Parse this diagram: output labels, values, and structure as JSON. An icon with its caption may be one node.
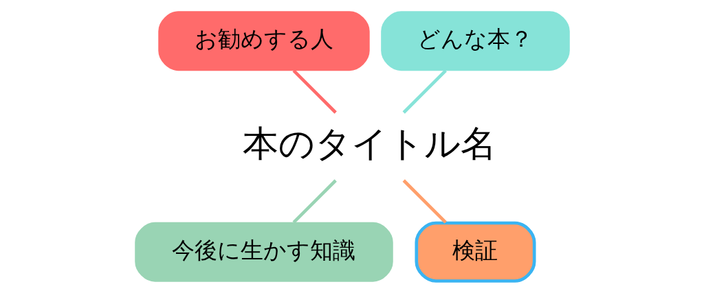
{
  "diagram": {
    "nodes": [
      {
        "text": [
          "どんな本？"
        ]
      },
      {
        "text": [
          "お勧めする人"
        ]
      },
      {
        "text": [
          "本のタイトル名"
        ]
      },
      {
        "text": [
          "今後に生かす知識"
        ]
      },
      {
        "text": [
          "検証"
        ]
      }
    ],
    "edges": [
      {
        "from": 2,
        "to": 0,
        "arrow": "none",
        "color": "#86e3d8"
      },
      {
        "from": 2,
        "to": 1,
        "arrow": "none",
        "color": "#ff6b6b"
      },
      {
        "from": 2,
        "to": 3,
        "arrow": "none",
        "color": "#99d4b4"
      },
      {
        "from": 2,
        "to": 4,
        "arrow": "none",
        "color": "#ff9f6b"
      }
    ]
  }
}
